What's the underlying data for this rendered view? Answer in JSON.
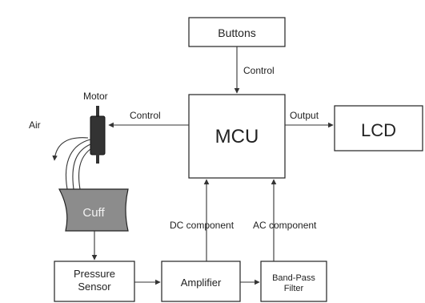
{
  "header_fragment": "",
  "blocks": {
    "buttons": "Buttons",
    "mcu": "MCU",
    "lcd": "LCD",
    "motor": "Motor",
    "cuff": "Cuff",
    "pressure_sensor": [
      "Pressure",
      "Sensor"
    ],
    "amplifier": "Amplifier",
    "band_pass_filter": [
      "Band-Pass",
      "Filter"
    ]
  },
  "edge_labels": {
    "buttons_to_mcu": "Control",
    "mcu_to_motor": "Control",
    "mcu_to_lcd": "Output",
    "dc": "DC component",
    "ac": "AC component",
    "air": "Air"
  },
  "colors": {
    "cuff_fill": "#8c8c8c",
    "motor_fill": "#333333"
  }
}
